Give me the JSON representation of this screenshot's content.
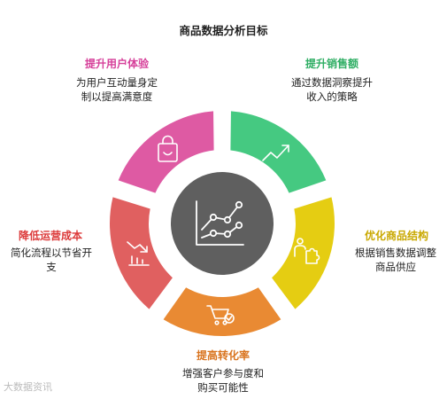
{
  "title": "商品数据分析目标",
  "segments": [
    {
      "id": "sales",
      "label": "提升销售额",
      "desc_lines": [
        "通过数据洞察提升",
        "收入的策略"
      ],
      "color": "#45c981",
      "label_color": "#2fae64",
      "icon": "trend-up-icon"
    },
    {
      "id": "optimize",
      "label": "优化商品结构",
      "desc_lines": [
        "根据销售数据调整",
        "商品供应"
      ],
      "color": "#e5cd12",
      "label_color": "#c9a800",
      "icon": "puzzle-person-icon"
    },
    {
      "id": "conversion",
      "label": "提高转化率",
      "desc_lines": [
        "增强客户参与度和",
        "购买可能性"
      ],
      "color": "#e98a33",
      "label_color": "#d9741f",
      "icon": "cart-check-icon"
    },
    {
      "id": "cost",
      "label": "降低运营成本",
      "desc_lines": [
        "简化流程以节省开",
        "支"
      ],
      "color": "#e06060",
      "label_color": "#dc3a3a",
      "icon": "chart-down-icon"
    },
    {
      "id": "ux",
      "label": "提升用户体验",
      "desc_lines": [
        "为用户互动量身定",
        "制以提高满意度"
      ],
      "color": "#de5aa3",
      "label_color": "#d6409a",
      "icon": "shopping-bag-icon"
    }
  ],
  "center": {
    "color": "#5f5f5f",
    "icon": "line-chart-icon"
  },
  "watermark": "大数据资讯"
}
